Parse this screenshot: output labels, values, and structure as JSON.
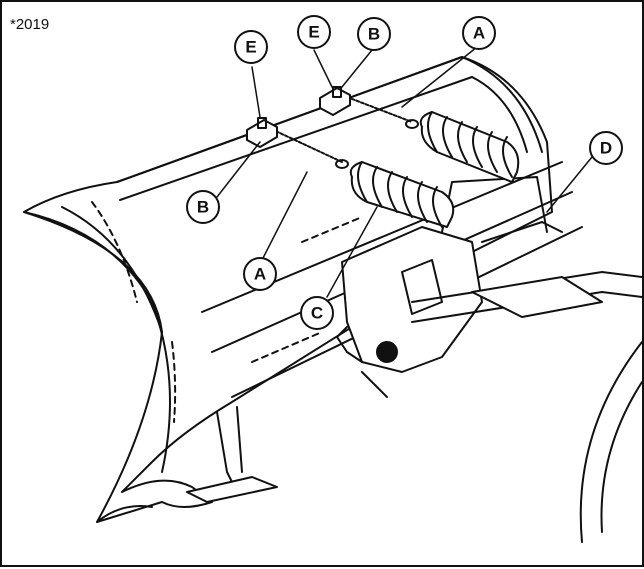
{
  "figure": {
    "id_label": "*2019",
    "callouts": [
      "A",
      "A",
      "B",
      "B",
      "C",
      "D",
      "E",
      "E"
    ]
  },
  "colors": {
    "line": "#111111",
    "background": "#ffffff"
  }
}
